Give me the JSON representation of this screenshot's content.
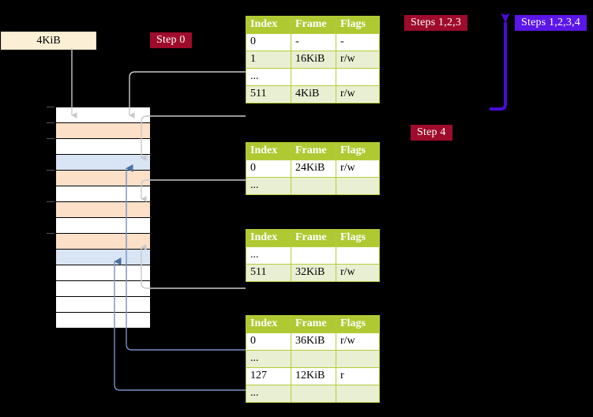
{
  "diagram": {
    "title_labels": {
      "step0": "Step 0",
      "steps123": "Steps 1,2,3",
      "steps1234": "Steps 1,2,3,4",
      "step4": "Step 4"
    },
    "frame_label": "4KiB",
    "colors": {
      "badge_crimson": "#9E0B2B",
      "badge_violet": "#5B16E8",
      "table_header": "#AFC932",
      "table_alt_row": "#E9EFD2",
      "highlight": "#FFFFA8",
      "mem_orange": "#FCE0C8",
      "mem_blue": "#D9E5F5",
      "wire_gray": "#C8C8C8",
      "wire_blue": "#7790C4",
      "frame_box": "#FBEFD5"
    }
  },
  "tables": [
    {
      "name": "page-table-level-4",
      "headers": [
        "Index",
        "Frame",
        "Flags"
      ],
      "rows": [
        {
          "cells": [
            "0",
            "-",
            "-"
          ],
          "style": "plain",
          "highlight": false
        },
        {
          "cells": [
            "1",
            "16KiB",
            "r/w"
          ],
          "style": "alt",
          "highlight": false
        },
        {
          "cells": [
            "...",
            "",
            ""
          ],
          "style": "plain",
          "highlight": false
        },
        {
          "cells": [
            "511",
            "4KiB",
            "r/w"
          ],
          "style": "alt",
          "highlight": true
        }
      ]
    },
    {
      "name": "page-table-level-3",
      "headers": [
        "Index",
        "Frame",
        "Flags"
      ],
      "rows": [
        {
          "cells": [
            "0",
            "24KiB",
            "r/w"
          ],
          "style": "plain",
          "highlight": false
        },
        {
          "cells": [
            "...",
            "",
            ""
          ],
          "style": "alt",
          "highlight": false
        }
      ]
    },
    {
      "name": "page-table-level-2",
      "headers": [
        "Index",
        "Frame",
        "Flags"
      ],
      "rows": [
        {
          "cells": [
            "...",
            "",
            ""
          ],
          "style": "plain",
          "highlight": false
        },
        {
          "cells": [
            "511",
            "32KiB",
            "r/w"
          ],
          "style": "alt",
          "highlight": false
        }
      ]
    },
    {
      "name": "page-table-level-1",
      "headers": [
        "Index",
        "Frame",
        "Flags"
      ],
      "rows": [
        {
          "cells": [
            "0",
            "36KiB",
            "r/w"
          ],
          "style": "plain",
          "highlight": false
        },
        {
          "cells": [
            "...",
            "",
            ""
          ],
          "style": "alt",
          "highlight": false
        },
        {
          "cells": [
            "127",
            "12KiB",
            "r"
          ],
          "style": "plain",
          "highlight": false
        },
        {
          "cells": [
            "...",
            "",
            ""
          ],
          "style": "alt",
          "highlight": false
        }
      ]
    }
  ],
  "memory_column": {
    "name": "physical-memory-column",
    "rows": [
      {
        "fill": "white",
        "tick": true
      },
      {
        "fill": "orange",
        "tick": true
      },
      {
        "fill": "white",
        "tick": true
      },
      {
        "fill": "blue",
        "tick": false
      },
      {
        "fill": "orange",
        "tick": true
      },
      {
        "fill": "white",
        "tick": false
      },
      {
        "fill": "orange",
        "tick": true
      },
      {
        "fill": "white",
        "tick": false
      },
      {
        "fill": "orange",
        "tick": true
      },
      {
        "fill": "blue",
        "tick": false
      },
      {
        "fill": "white",
        "tick": false
      },
      {
        "fill": "white",
        "tick": false
      },
      {
        "fill": "white",
        "tick": false
      },
      {
        "fill": "white",
        "tick": false
      }
    ]
  }
}
